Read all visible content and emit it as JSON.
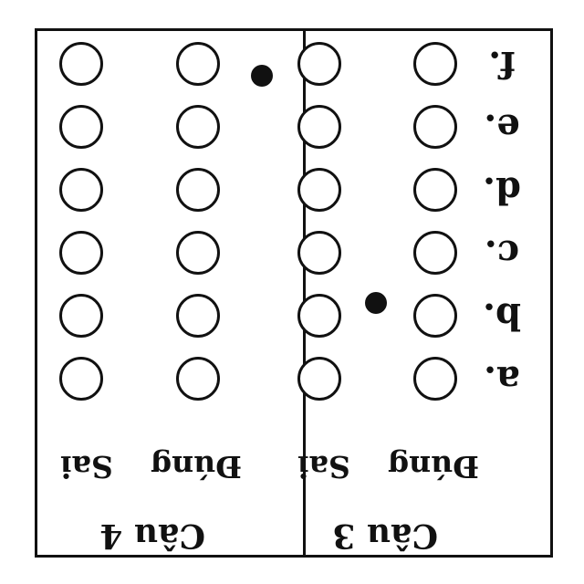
{
  "sections": [
    {
      "title": "Câu 3",
      "columns": [
        "Đúng",
        "Sai"
      ],
      "rows": [
        "a.",
        "b.",
        "c.",
        "d.",
        "e.",
        "f."
      ]
    },
    {
      "title": "Câu 4",
      "columns": [
        "Đúng",
        "Sai"
      ]
    }
  ],
  "colors": {
    "ink": "#111111",
    "paper": "#ffffff"
  }
}
